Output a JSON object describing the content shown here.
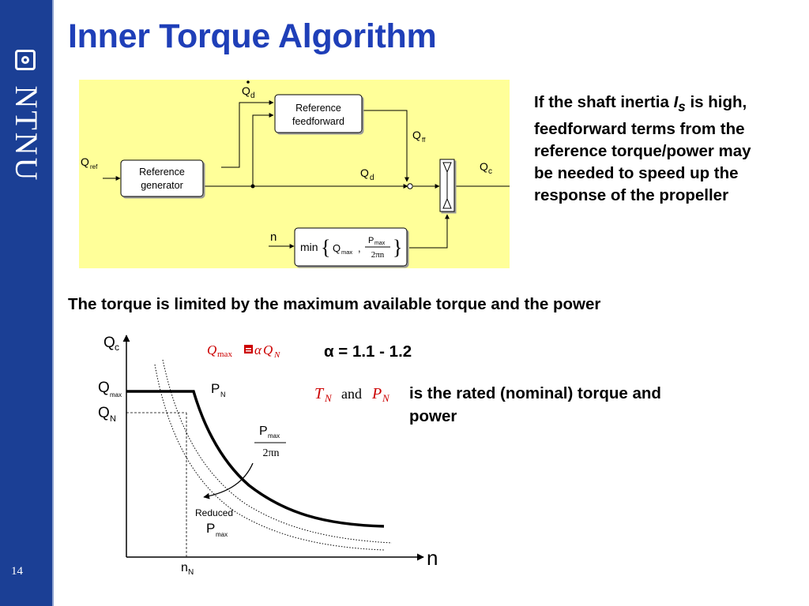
{
  "slide": {
    "title": "Inner Torque Algorithm",
    "page_number": "14",
    "logo_text": "NTNU"
  },
  "side_text": {
    "part1": "If the shaft inertia ",
    "italic_symbol": "I",
    "italic_sub": "s",
    "part2": " is high, feedforward terms from the reference torque/power may be needed to speed up the response of the propeller"
  },
  "subtitle": "The torque is limited by the maximum available torque and the power",
  "alpha_note": "α = 1.1 - 1.2",
  "rated_note": "is the rated (nominal) torque and power",
  "block_diagram": {
    "blocks": {
      "feedforward_line1": "Reference",
      "feedforward_line2": "feedforward",
      "generator_line1": "Reference",
      "generator_line2": "generator",
      "limiter_prefix": "min",
      "limiter_q": "Q",
      "limiter_q_sub": "max",
      "limiter_comma": ",",
      "limiter_num": "P",
      "limiter_num_sub": "max",
      "limiter_den": "2πn"
    },
    "signals": {
      "qref": "Q",
      "qref_sub": "ref",
      "qd_dot": "Q",
      "qd_dot_sub": "d",
      "qff": "Q",
      "qff_sub": "ff",
      "qd": "Q",
      "qd_sub": "d",
      "qc": "Q",
      "qc_sub": "c",
      "n": "n"
    },
    "colors": {
      "background": "#ffff99",
      "block_fill": "#ffffff"
    }
  },
  "torque_plot": {
    "y_axis": "Q",
    "y_axis_sub": "c",
    "x_axis": "n",
    "qmax": "Q",
    "qmax_sub": "max",
    "qn": "Q",
    "qn_sub": "N",
    "pn": "P",
    "pn_sub": "N",
    "nn": "n",
    "nn_sub": "N",
    "pmax_num": "P",
    "pmax_num_sub": "max",
    "pmax_den": "2πn",
    "reduced_label": "Reduced",
    "reduced_p": "P",
    "reduced_p_sub": "max",
    "formula_q": "Q",
    "formula_q_sub": "max",
    "formula_rest": "Q",
    "formula_rest_sub": "N",
    "rated_t": "T",
    "rated_t_sub": "N",
    "rated_and": "and",
    "rated_p": "P",
    "rated_p_sub": "N",
    "colors": {
      "formula": "#cc0000"
    }
  }
}
